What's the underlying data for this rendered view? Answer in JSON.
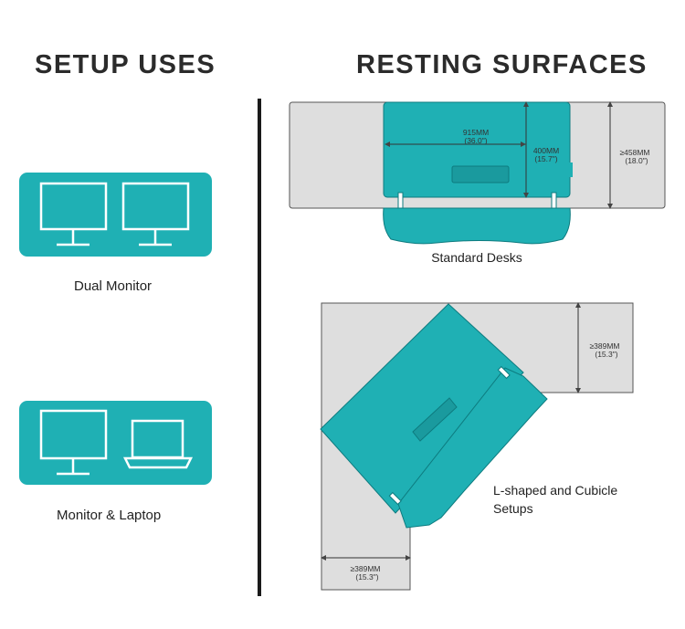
{
  "setup_uses": {
    "title": "SETUP USES",
    "items": [
      {
        "label": "Dual Monitor",
        "icon": "dual-monitor-icon"
      },
      {
        "label": "Monitor & Laptop",
        "icon": "monitor-laptop-icon"
      }
    ]
  },
  "resting_surfaces": {
    "title": "RESTING SURFACES",
    "standard": {
      "label": "Standard Desks",
      "width_mm": "915MM",
      "width_in": "(36.0\")",
      "depth_mm": "400MM",
      "depth_in": "(15.7\")",
      "min_depth_mm": "≥458MM",
      "min_depth_in": "(18.0\")"
    },
    "lshape": {
      "label_line1": "L-shaped and Cubicle",
      "label_line2": "Setups",
      "right_mm": "≥389MM",
      "right_in": "(15.3\")",
      "bottom_mm": "≥389MM",
      "bottom_in": "(15.3\")"
    }
  },
  "colors": {
    "teal": "#1fb0b4",
    "desk_gray": "#dedede",
    "outline": "#555555"
  }
}
